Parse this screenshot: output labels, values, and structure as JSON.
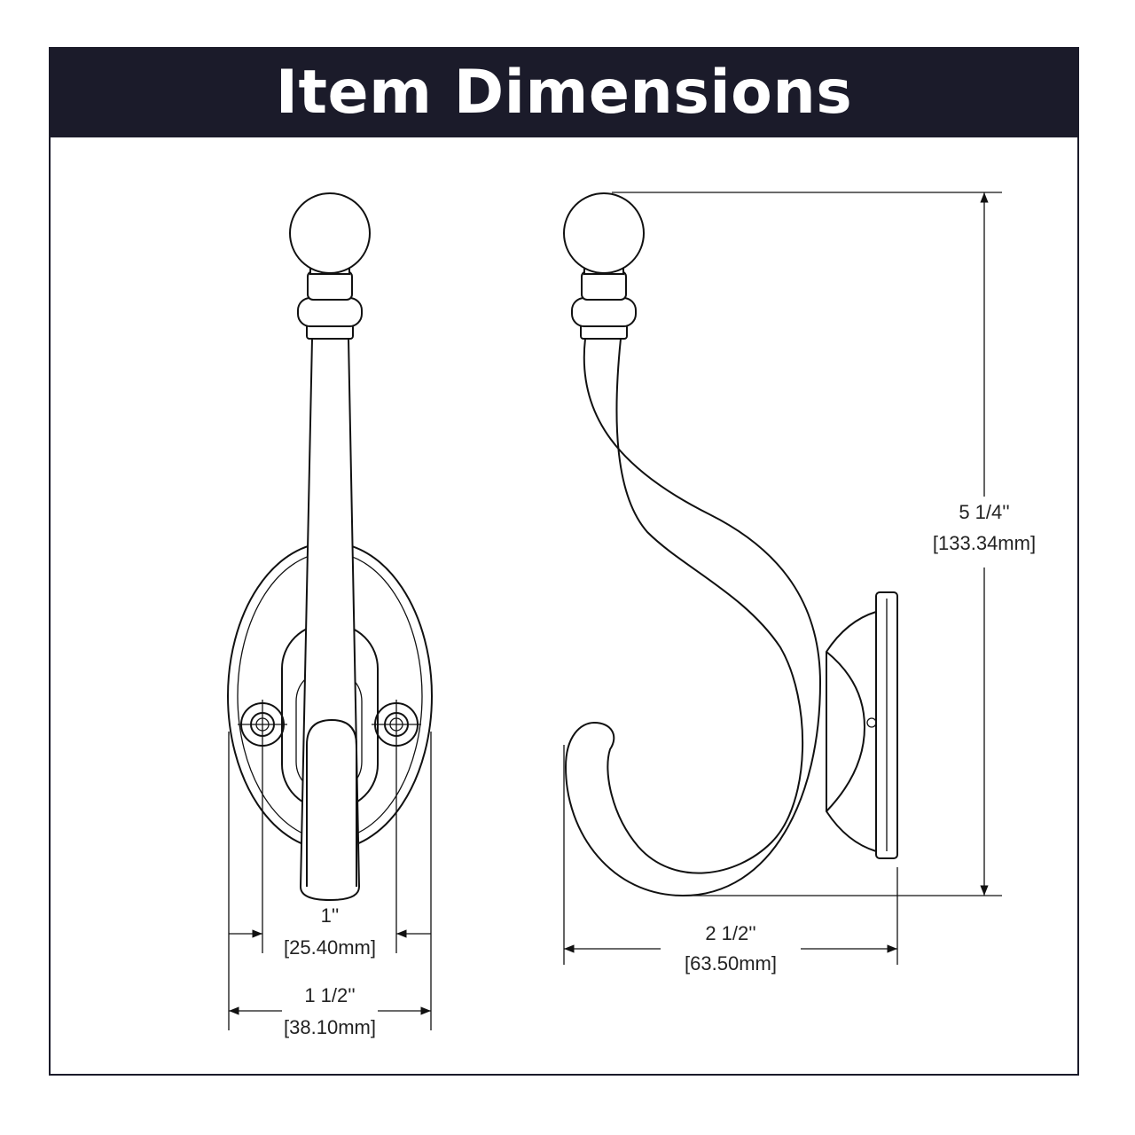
{
  "header": {
    "title": "Item Dimensions"
  },
  "dimensions": {
    "hole_spacing": {
      "imperial": "1''",
      "metric": "[25.40mm]"
    },
    "plate_width": {
      "imperial": "1 1/2''",
      "metric": "[38.10mm]"
    },
    "projection": {
      "imperial": "2 1/2''",
      "metric": "[63.50mm]"
    },
    "height": {
      "imperial": "5 1/4''",
      "metric": "[133.34mm]"
    }
  },
  "colors": {
    "header_bg": "#1b1b2a",
    "header_text": "#ffffff",
    "line": "#111111"
  }
}
